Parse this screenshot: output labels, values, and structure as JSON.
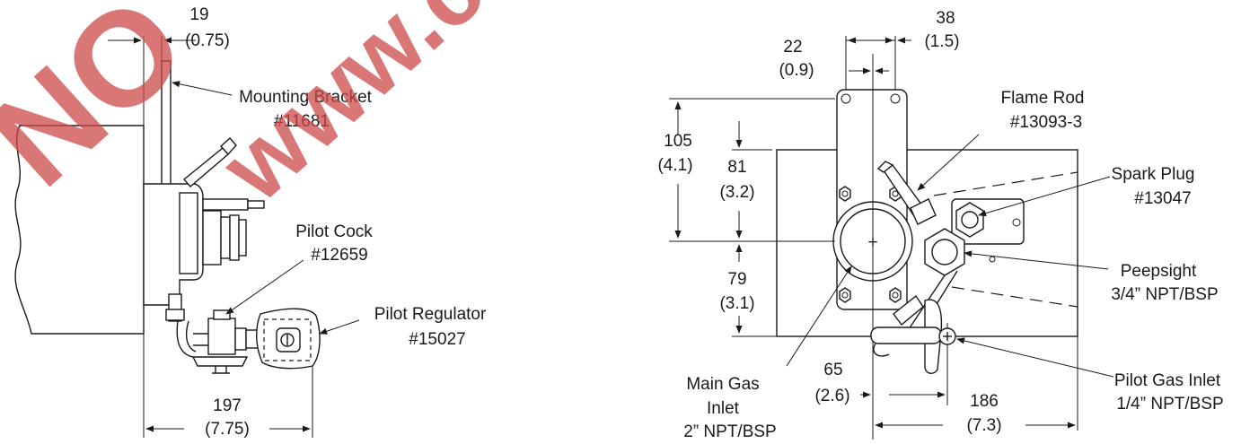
{
  "watermark": {
    "text_1": "NO",
    "text_2": "www.c",
    "color": "#cc4a4a"
  },
  "side_view": {
    "dim_top": {
      "mm": "19",
      "in": "(0.75)"
    },
    "dim_bottom": {
      "mm": "197",
      "in": "(7.75)"
    },
    "callouts": [
      {
        "line1": "Mounting Bracket",
        "line2": "#11681"
      },
      {
        "line1": "Pilot Cock",
        "line2": "#12659"
      },
      {
        "line1": "Pilot Regulator",
        "line2": "#15027"
      }
    ]
  },
  "front_view": {
    "dim_38": {
      "mm": "38",
      "in": "(1.5)"
    },
    "dim_22": {
      "mm": "22",
      "in": "(0.9)"
    },
    "dim_105": {
      "mm": "105",
      "in": "(4.1)"
    },
    "dim_81": {
      "mm": "81",
      "in": "(3.2)"
    },
    "dim_79": {
      "mm": "79",
      "in": "(3.1)"
    },
    "dim_65": {
      "mm": "65",
      "in": "(2.6)"
    },
    "dim_186": {
      "mm": "186",
      "in": "(7.3)"
    },
    "callouts": [
      {
        "line1": "Flame Rod",
        "line2": "#13093-3"
      },
      {
        "line1": "Spark Plug",
        "line2": "#13047"
      },
      {
        "line1": "Peepsight",
        "line2": "3/4” NPT/BSP"
      },
      {
        "line1": "Pilot Gas Inlet",
        "line2": "1/4” NPT/BSP"
      }
    ],
    "main_gas_inlet": {
      "line1": "Main Gas",
      "line2": "Inlet",
      "line3": "2” NPT/BSP"
    }
  }
}
